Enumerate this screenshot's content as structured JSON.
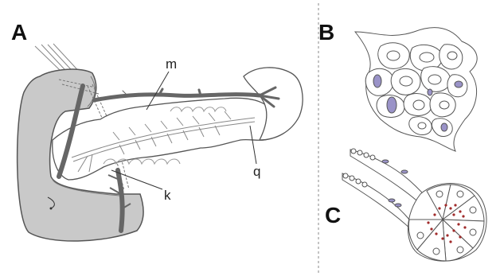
{
  "panels": [
    {
      "id": "A",
      "label": "A"
    },
    {
      "id": "B",
      "label": "B"
    },
    {
      "id": "C",
      "label": "C"
    }
  ],
  "callouts": [
    {
      "id": "m",
      "label": "m"
    },
    {
      "id": "q",
      "label": "q"
    },
    {
      "id": "k",
      "label": "k"
    }
  ],
  "colors": {
    "duodenum_fill": "#c9c9c9",
    "vessel": "#666666",
    "outline": "#555555",
    "nucleus_blue": "#9a93c8",
    "granule_red": "#a02a2a",
    "divider": "#888888"
  }
}
